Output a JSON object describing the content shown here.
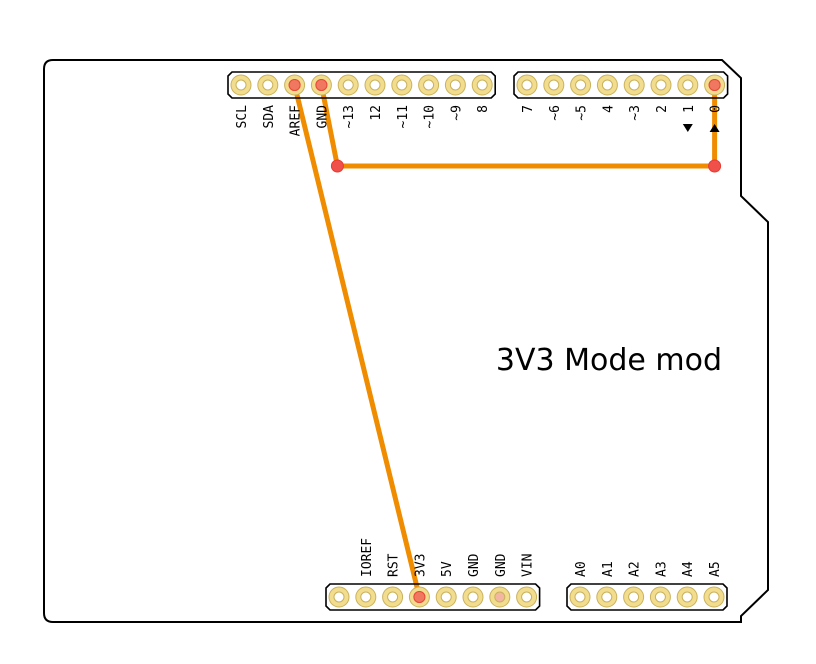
{
  "title": "3V3 Mode mod",
  "colors": {
    "board_outline": "#000000",
    "board_fill": "#ffffff",
    "pad_ring": "#f2dc8e",
    "pad_ring_stroke": "#c9b25c",
    "pad_hole": "#ffffff",
    "wire": "#f08c00",
    "active_pin": "#f07860",
    "active_pin_stroke": "#e84a3a",
    "wire_dot": "#f0504a"
  },
  "top_header_left": {
    "pins": [
      "SCL",
      "SDA",
      "AREF",
      "GND",
      "~13",
      "12",
      "~11",
      "~10",
      "~9",
      "8"
    ]
  },
  "top_header_right": {
    "pins": [
      "7",
      "~6",
      "~5",
      "4",
      "~3",
      "2",
      "1",
      "0"
    ],
    "arrow_pins": [
      "1",
      "0"
    ]
  },
  "bottom_header_power": {
    "pins": [
      "",
      "IOREF",
      "RST",
      "3V3",
      "5V",
      "GND",
      "GND",
      "VIN"
    ]
  },
  "bottom_header_analog": {
    "pins": [
      "A0",
      "A1",
      "A2",
      "A3",
      "A4",
      "A5"
    ]
  },
  "wires": [
    {
      "from": "AREF",
      "to": "3V3"
    },
    {
      "from": "GND",
      "to": "0"
    }
  ]
}
